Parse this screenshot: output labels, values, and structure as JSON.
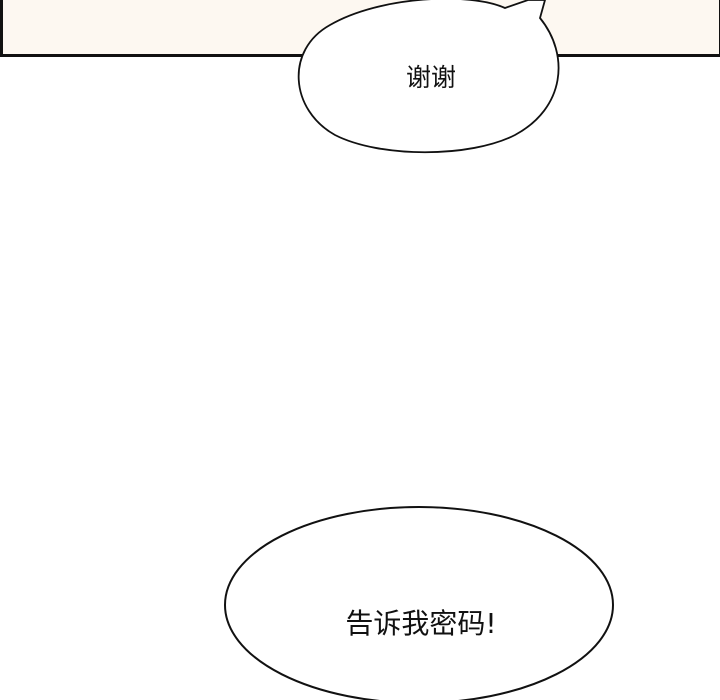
{
  "panel": {
    "background": "#fdf8f1",
    "border_color": "#111111"
  },
  "bubbles": [
    {
      "id": "top",
      "text": "谢谢"
    },
    {
      "id": "bottom",
      "text": "告诉我密码!"
    }
  ]
}
